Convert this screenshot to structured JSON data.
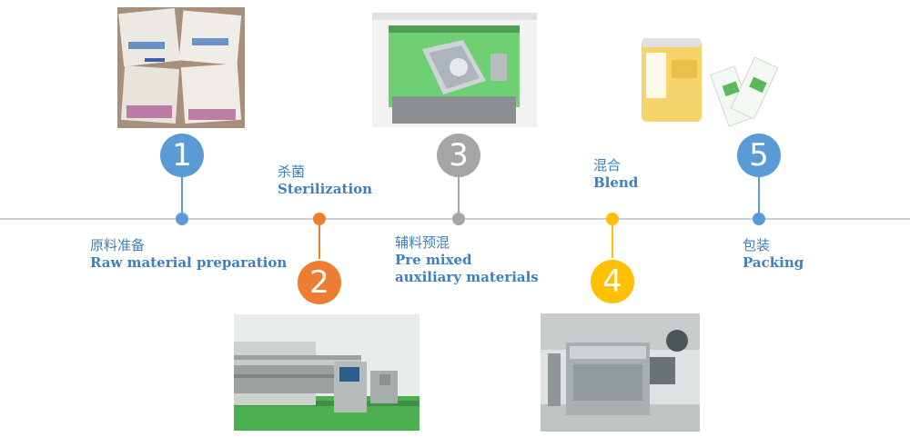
{
  "colors": {
    "blue": "#5b9bd5",
    "orange": "#ed7d31",
    "gray": "#a5a5a5",
    "yellow": "#ffc000",
    "text": "#3f7fbf"
  },
  "steps": [
    {
      "number": "1",
      "zh": "原料准备",
      "en": "Raw material preparation"
    },
    {
      "number": "2",
      "zh": "杀菌",
      "en": "Sterilization"
    },
    {
      "number": "3",
      "zh": "辅料预混",
      "en": "Pre mixed auxiliary materials"
    },
    {
      "number": "4",
      "zh": "混合",
      "en": "Blend"
    },
    {
      "number": "5",
      "zh": "包装",
      "en": "Packing"
    }
  ]
}
